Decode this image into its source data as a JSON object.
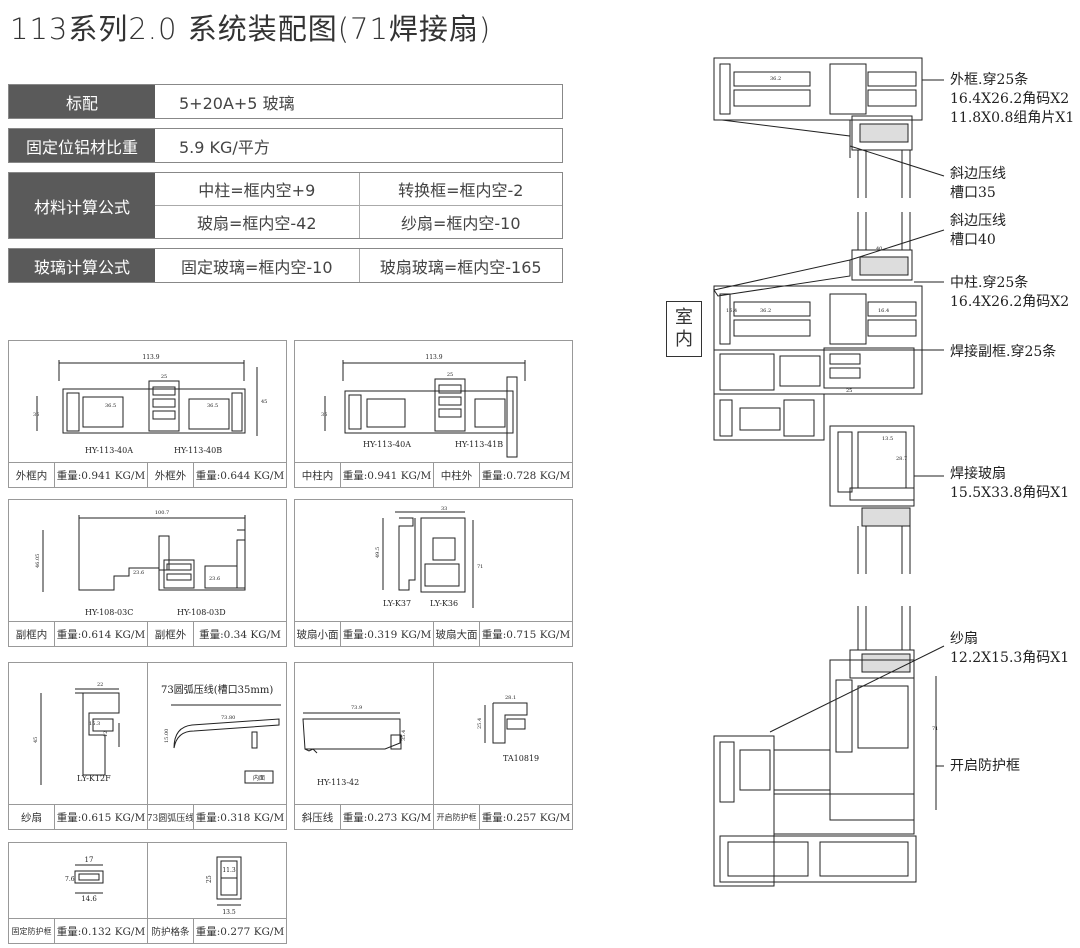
{
  "title": "113系列2.0 系统装配图(71焊接扇)",
  "spec": {
    "standard": {
      "label": "标配",
      "value": "5+20A+5 玻璃"
    },
    "weight": {
      "label": "固定位铝材比重",
      "value": "5.9 KG/平方"
    },
    "material_formula": {
      "label": "材料计算公式",
      "items": [
        "中柱=框内空+9",
        "转换框=框内空-2",
        "玻扇=框内空-42",
        "纱扇=框内空-10"
      ]
    },
    "glass_formula": {
      "label": "玻璃计算公式",
      "items": [
        "固定玻璃=框内空-10",
        "玻扇玻璃=框内空-165"
      ]
    }
  },
  "profiles": {
    "p1": {
      "parts": [
        "HY-113-40A",
        "HY-113-40B"
      ],
      "dims": [
        "113.9",
        "25",
        "36.5",
        "36.5",
        "36",
        "45"
      ],
      "footer": [
        "外框内",
        "重量:0.941 KG/M",
        "外框外",
        "重量:0.644 KG/M"
      ]
    },
    "p2": {
      "parts": [
        "HY-113-40A",
        "HY-113-41B"
      ],
      "dims": [
        "113.9",
        "36",
        "25"
      ],
      "footer": [
        "中柱内",
        "重量:0.941 KG/M",
        "中柱外",
        "重量:0.728 KG/M"
      ]
    },
    "p3": {
      "parts": [
        "HY-108-03C",
        "HY-108-03D"
      ],
      "dims": [
        "100.7",
        "46.05",
        "23.6",
        "23.6"
      ],
      "footer": [
        "副框内",
        "重量:0.614 KG/M",
        "副框外",
        "重量:0.34 KG/M"
      ]
    },
    "p4": {
      "parts": [
        "LY-K37",
        "LY-K36"
      ],
      "dims": [
        "33",
        "49.5",
        "71"
      ],
      "footer": [
        "玻扇小面",
        "重量:0.319 KG/M",
        "玻扇大面",
        "重量:0.715 KG/M"
      ]
    },
    "p5": {
      "parts": [
        "LY-K12F"
      ],
      "dims": [
        "22",
        "15.3",
        "12",
        "45"
      ],
      "footer": [
        "纱扇",
        "重量:0.615 KG/M"
      ]
    },
    "p6": {
      "heading": "73圆弧压线(槽口35mm)",
      "tag": "内面",
      "dims": [
        "73.80",
        "15.00"
      ],
      "footer": [
        "73圆弧压线",
        "重量:0.318 KG/M"
      ]
    },
    "p7": {
      "parts": [
        "HY-113-42"
      ],
      "dims": [
        "73.9",
        "35.4"
      ],
      "footer": [
        "斜压线",
        "重量:0.273 KG/M"
      ]
    },
    "p8": {
      "parts": [
        "TA10819"
      ],
      "dims": [
        "28.1",
        "25.4"
      ],
      "footer": [
        "开启防护框",
        "重量:0.257 KG/M"
      ]
    },
    "p9": {
      "dims": [
        "17",
        "7.6",
        "14.6"
      ],
      "footer": [
        "固定防护框",
        "重量:0.132 KG/M"
      ]
    },
    "p10": {
      "dims": [
        "11.3",
        "25",
        "13.5"
      ],
      "footer": [
        "防护格条",
        "重量:0.277 KG/M"
      ]
    }
  },
  "assembly": {
    "indoor": [
      "室",
      "内"
    ],
    "annotations": {
      "outer_frame": [
        "外框.穿25条",
        "16.4X26.2角码X2",
        "11.8X0.8组角片X1"
      ],
      "bevel_35": [
        "斜边压线",
        "槽口35"
      ],
      "bevel_40": [
        "斜边压线",
        "槽口40"
      ],
      "mullion": [
        "中柱.穿25条",
        "16.4X26.2角码X2"
      ],
      "sub_frame": [
        "焊接副框.穿25条"
      ],
      "welded_sash": [
        "焊接玻扇",
        "15.5X33.8角码X1"
      ],
      "screen_sash": [
        "纱扇",
        "12.2X15.3角码X1"
      ],
      "guard_frame": [
        "开启防护框"
      ]
    },
    "dims": [
      "36.2",
      "36.2",
      "16.4",
      "16.4",
      "40",
      "25",
      "13.5",
      "28.7",
      "71"
    ]
  }
}
